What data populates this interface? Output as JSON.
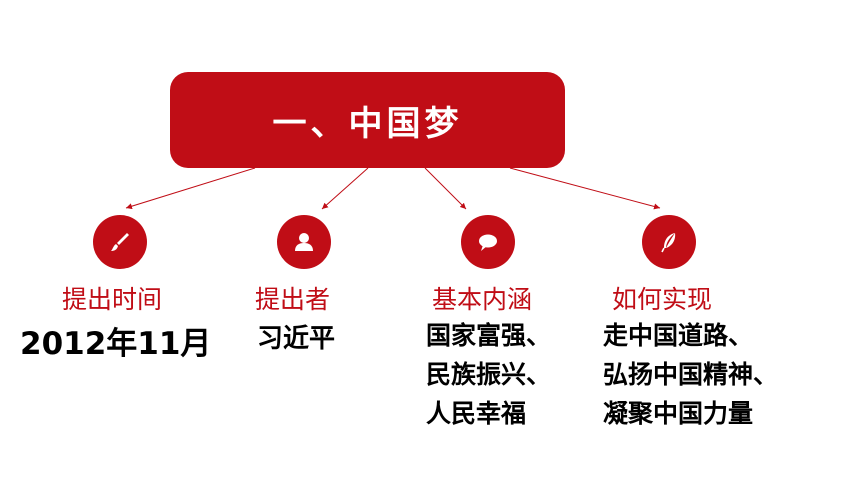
{
  "title": "一、中国梦",
  "colors": {
    "accent": "#c00d16",
    "text": "#000000",
    "background": "#ffffff"
  },
  "nodes": [
    {
      "icon": "brush-icon",
      "label": "提出时间",
      "lines": [
        "2012年11月"
      ]
    },
    {
      "icon": "person-icon",
      "label": "提出者",
      "lines": [
        "习近平"
      ]
    },
    {
      "icon": "chat-bubble-icon",
      "label": "基本内涵",
      "lines": [
        "国家富强、",
        "民族振兴、",
        "人民幸福"
      ]
    },
    {
      "icon": "feather-icon",
      "label": "如何实现",
      "lines": [
        "走中国道路、",
        "弘扬中国精神、",
        "凝聚中国力量"
      ]
    }
  ]
}
